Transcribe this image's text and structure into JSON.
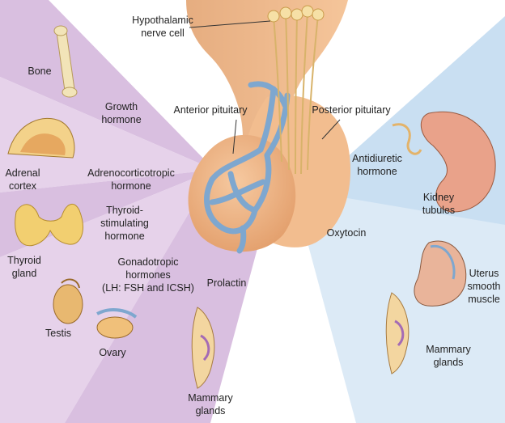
{
  "colors": {
    "anterior_wedge": "#d9bfe0",
    "posterior_wedge": "#c9dff2",
    "gland": "#f0b98a",
    "vessels": "#7ea7cf",
    "nerve": "#f6e0a6"
  },
  "hypothalamus": {
    "lines": [
      "Hypothalamic",
      "nerve cell"
    ]
  },
  "pituitary": {
    "anterior": "Anterior pituitary",
    "posterior": "Posterior pituitary"
  },
  "anterior_targets": {
    "bone": "Bone",
    "adrenal_cortex": [
      "Adrenal",
      "cortex"
    ],
    "thyroid_gland": [
      "Thyroid",
      "gland"
    ],
    "testis": "Testis",
    "ovary": "Ovary",
    "mammary_glands": [
      "Mammary",
      "glands"
    ]
  },
  "anterior_hormones": {
    "growth_hormone": [
      "Growth",
      "hormone"
    ],
    "acth": [
      "Adrenocorticotropic",
      "hormone"
    ],
    "tsh": [
      "Thyroid-",
      "stimulating",
      "hormone"
    ],
    "gonadotropic": [
      "Gonadotropic",
      "hormones",
      "(LH: FSH and ICSH)"
    ],
    "prolactin": "Prolactin"
  },
  "posterior_hormones": {
    "adh": [
      "Antidiuretic",
      "hormone"
    ],
    "oxytocin": "Oxytocin"
  },
  "posterior_targets": {
    "kidney_tubules": [
      "Kidney",
      "tubules"
    ],
    "uterus": [
      "Uterus",
      "smooth",
      "muscle"
    ],
    "mammary_glands": [
      "Mammary",
      "glands"
    ]
  }
}
